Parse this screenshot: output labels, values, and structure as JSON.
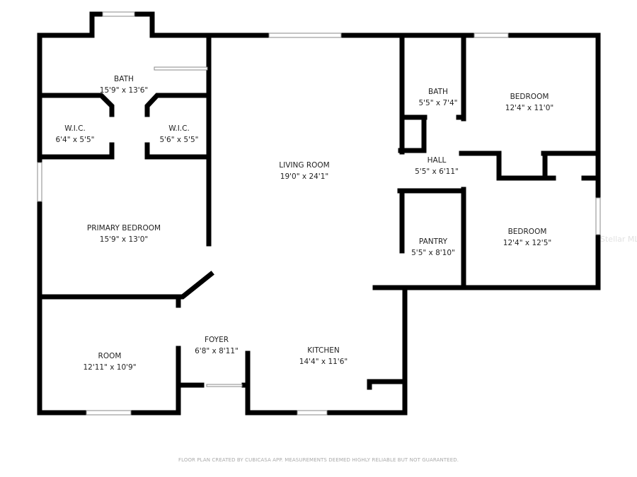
{
  "rooms": {
    "bath_primary": {
      "name": "BATH",
      "dims": "15'9\" x 13'6\""
    },
    "wic_left": {
      "name": "W.I.C.",
      "dims": "6'4\" x 5'5\""
    },
    "wic_right": {
      "name": "W.I.C.",
      "dims": "5'6\" x 5'5\""
    },
    "primary_bedroom": {
      "name": "PRIMARY BEDROOM",
      "dims": "15'9\" x 13'0\""
    },
    "room": {
      "name": "ROOM",
      "dims": "12'11\" x 10'9\""
    },
    "foyer": {
      "name": "FOYER",
      "dims": "6'8\" x 8'11\""
    },
    "living_room": {
      "name": "LIVING ROOM",
      "dims": "19'0\" x 24'1\""
    },
    "kitchen": {
      "name": "KITCHEN",
      "dims": "14'4\" x 11'6\""
    },
    "bath": {
      "name": "BATH",
      "dims": "5'5\" x 7'4\""
    },
    "hall": {
      "name": "HALL",
      "dims": "5'5\" x 6'11\""
    },
    "pantry": {
      "name": "PANTRY",
      "dims": "5'5\" x 8'10\""
    },
    "bedroom_1": {
      "name": "BEDROOM",
      "dims": "12'4\" x 11'0\""
    },
    "bedroom_2": {
      "name": "BEDROOM",
      "dims": "12'4\" x 12'5\""
    }
  },
  "footer": "FLOOR PLAN CREATED BY CUBICASA APP. MEASUREMENTS DEEMED HIGHLY RELIABLE BUT NOT GUARANTEED.",
  "watermark": "Stellar MLS",
  "colors": {
    "wall": "#000000",
    "background": "#ffffff"
  }
}
